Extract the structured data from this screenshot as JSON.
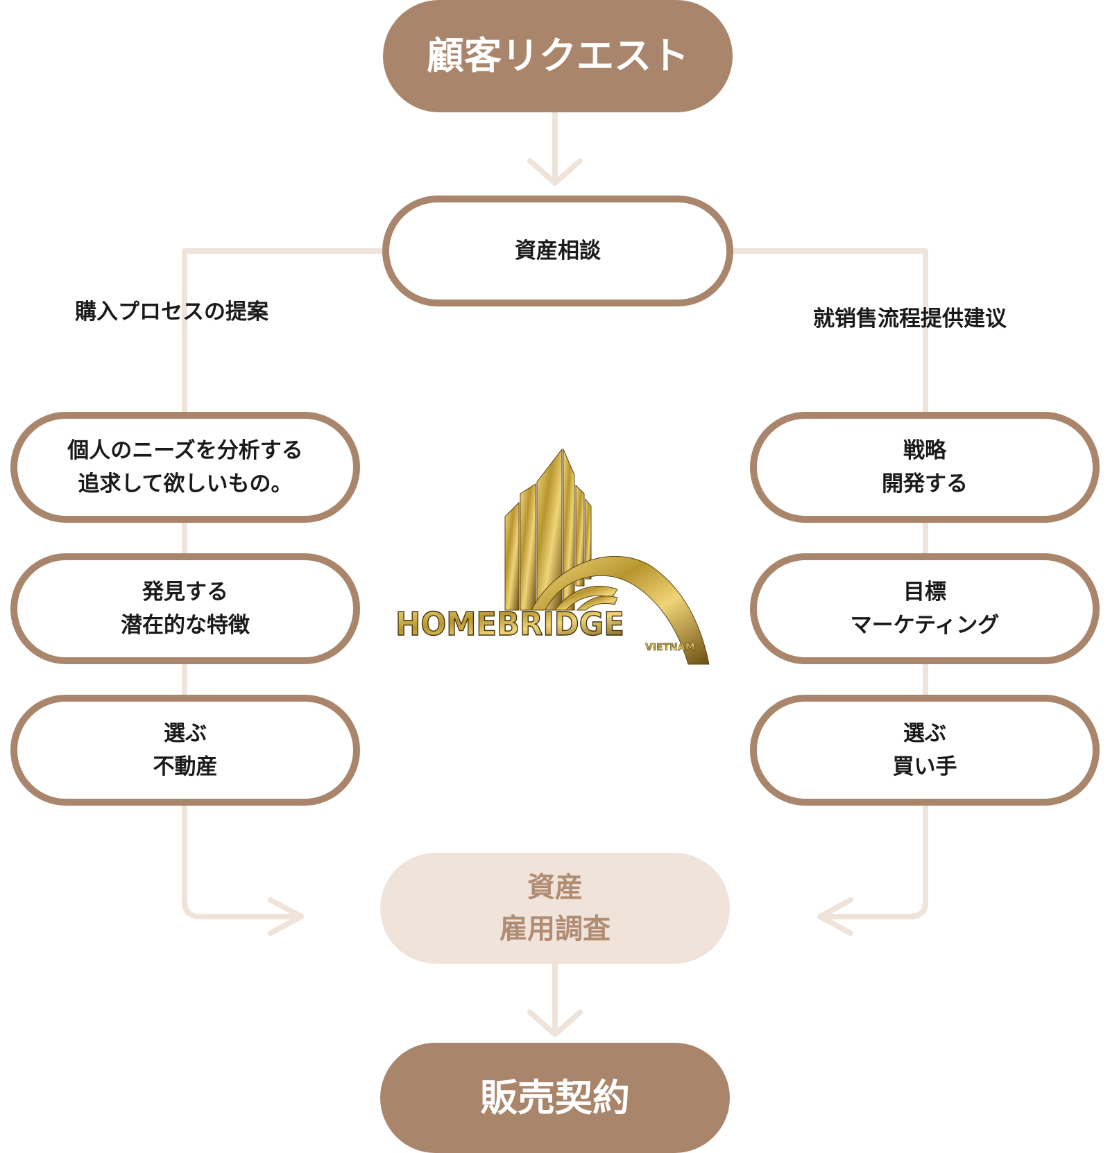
{
  "colors": {
    "accent": "#a9856b",
    "connector": "#efe3da",
    "light_fill": "#efe3da",
    "light_text": "#b08c72",
    "logo_gold": "#b8952e"
  },
  "top": {
    "title": "顧客リクエスト"
  },
  "consult": {
    "label": "資産相談"
  },
  "left": {
    "heading": "購入プロセスの提案",
    "steps": [
      {
        "line1": "個人のニーズを分析する",
        "line2": "追求して欲しいもの。"
      },
      {
        "line1": "発見する",
        "line2": "潜在的な特徴"
      },
      {
        "line1": "選ぶ",
        "line2": "不動産"
      }
    ]
  },
  "right": {
    "heading": "就销售流程提供建议",
    "steps": [
      {
        "line1": "戦略",
        "line2": "開発する"
      },
      {
        "line1": "目標",
        "line2": "マーケティング"
      },
      {
        "line1": "選ぶ",
        "line2": "買い手"
      }
    ]
  },
  "survey": {
    "line1": "資産",
    "line2": "雇用調査"
  },
  "bottom": {
    "title": "販売契約"
  },
  "logo": {
    "brand": "HOMEBRIDGE",
    "sub": "VIETNAM",
    "icon": "building-bridge-icon"
  }
}
